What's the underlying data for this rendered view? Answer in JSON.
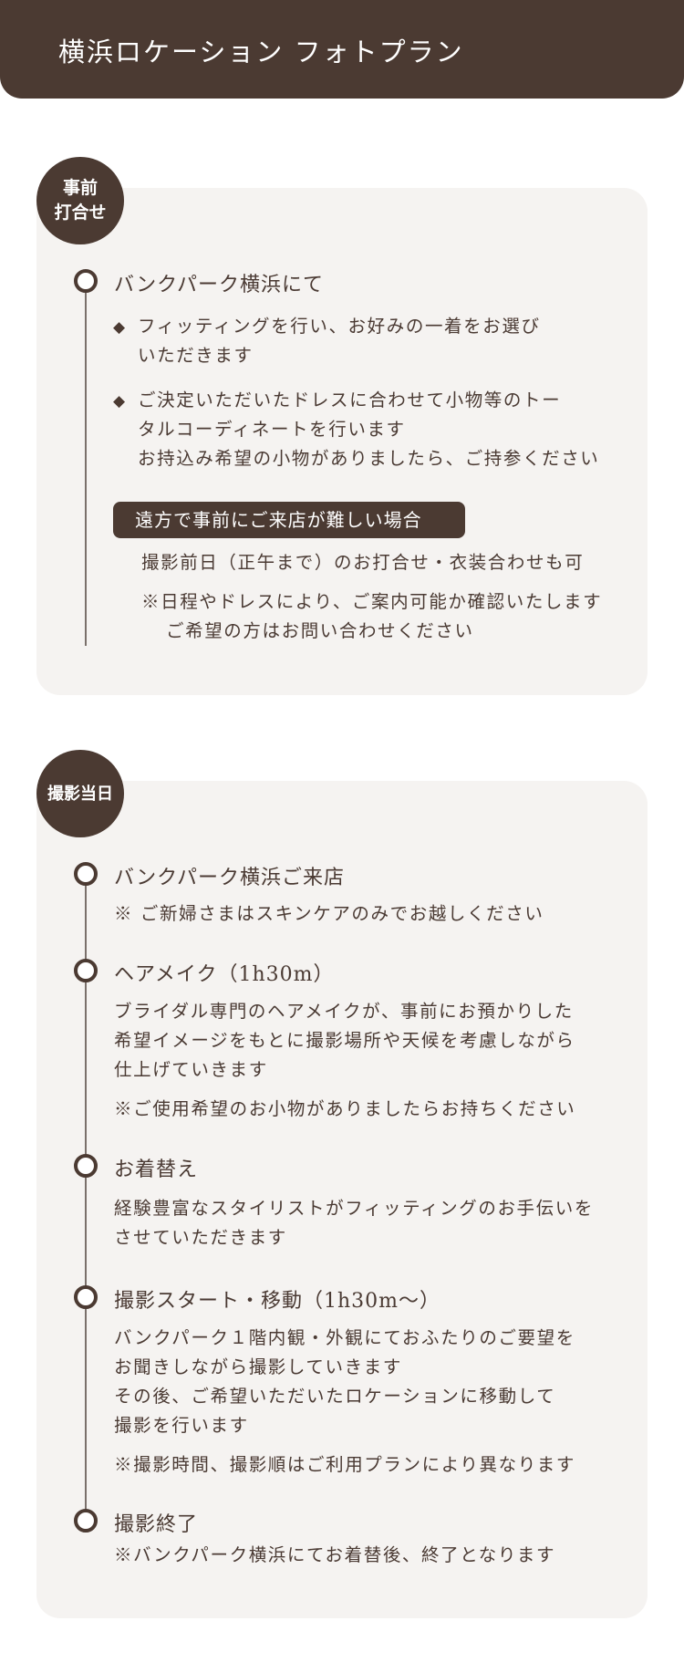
{
  "header": {
    "title": "横浜ロケーション フォトプラン"
  },
  "colors": {
    "brand": "#4b3a32",
    "card_bg": "#f5f3f1",
    "text": "#4a3a33",
    "line": "#7a706b"
  },
  "sections": [
    {
      "badge": {
        "line1": "事前",
        "line2": "打合せ"
      },
      "steps": [
        {
          "title": "バンクパーク横浜にて",
          "bullets": [
            {
              "icon": "diamond-bullet-icon",
              "lines": [
                "フィッティングを行い、お好みの一着をお選び",
                "いただきます"
              ]
            },
            {
              "icon": "diamond-bullet-icon",
              "lines": [
                "ご決定いただいたドレスに合わせて小物等のトー",
                "タルコーディネートを行います",
                "お持込み希望の小物がありましたら、ご持参ください"
              ]
            }
          ],
          "callout": {
            "label": "遠方で事前にご来店が難しい場合",
            "text": "撮影前日（正午まで）のお打合せ・衣装合わせも可",
            "note": [
              "※日程やドレスにより、ご案内可能か確認いたします",
              "ご希望の方はお問い合わせください"
            ]
          }
        }
      ]
    },
    {
      "badge": {
        "line1": "撮影当日"
      },
      "steps": [
        {
          "title": "バンクパーク横浜ご来店",
          "note": "※ ご新婦さまはスキンケアのみでお越しください"
        },
        {
          "title": "ヘアメイク（1h30m）",
          "lines": [
            "ブライダル専門のヘアメイクが、事前にお預かりした",
            "希望イメージをもとに撮影場所や天候を考慮しながら",
            "仕上げていきます"
          ],
          "note": "※ご使用希望のお小物がありましたらお持ちください"
        },
        {
          "title": "お着替え",
          "lines": [
            "経験豊富なスタイリストがフィッティングのお手伝いを",
            "させていただきます"
          ]
        },
        {
          "title": "撮影スタート・移動（1h30m～）",
          "lines": [
            "バンクパーク１階内観・外観にておふたりのご要望を",
            "お聞きしながら撮影していきます",
            "その後、ご希望いただいたロケーションに移動して",
            "撮影を行います"
          ],
          "note": "※撮影時間、撮影順はご利用プランにより異なります"
        },
        {
          "title": "撮影終了",
          "note": "※バンクパーク横浜にてお着替後、終了となります"
        }
      ]
    }
  ]
}
